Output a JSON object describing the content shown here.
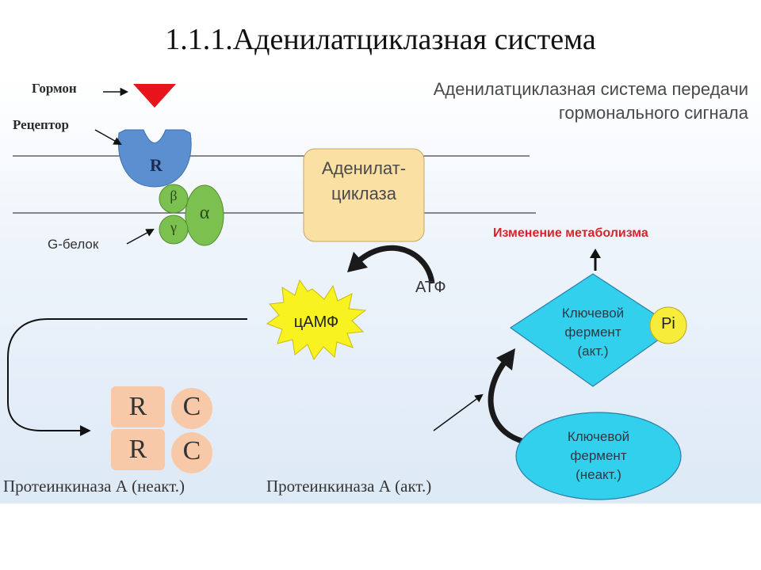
{
  "title": "1.1.1.Аденилатциклазная система",
  "diagram": {
    "heading_line1": "Аденилатциклазная система передачи",
    "heading_line2": "гормонального сигнала",
    "hormone_label": "Гормон",
    "receptor_label": "Рецептор",
    "receptor_letter": "R",
    "g_protein_label": "G-белок",
    "beta": "β",
    "gamma": "γ",
    "alpha": "α",
    "adenylate_cyclase_line1": "Аденилат-",
    "adenylate_cyclase_line2": "циклаза",
    "atp": "АТФ",
    "camp": "цАМФ",
    "pka_r1": "R",
    "pka_c1": "C",
    "pka_r2": "R",
    "pka_c2": "C",
    "pka_inactive": "Протеинкиназа А (неакт.)",
    "pka_active": "Протеинкиназа А (акт.)",
    "metabolism_change": "Изменение метаболизма",
    "enzyme_active_line1": "Ключевой",
    "enzyme_active_line2": "фермент",
    "enzyme_active_line3": "(акт.)",
    "phosphate": "Pi",
    "enzyme_inactive_line1": "Ключевой",
    "enzyme_inactive_line2": "фермент",
    "enzyme_inactive_line3": "(неакт.)",
    "colors": {
      "hormone": "#e8141b",
      "receptor": "#5b8fd0",
      "g_protein": "#7cc150",
      "adenylate_cyclase": "#fbe0a4",
      "camp_star": "#f8f320",
      "pka": "#f8c9a8",
      "enzyme": "#33d0ee",
      "phosphate": "#f7ec3a",
      "metabolism_text": "#d8232a"
    }
  }
}
